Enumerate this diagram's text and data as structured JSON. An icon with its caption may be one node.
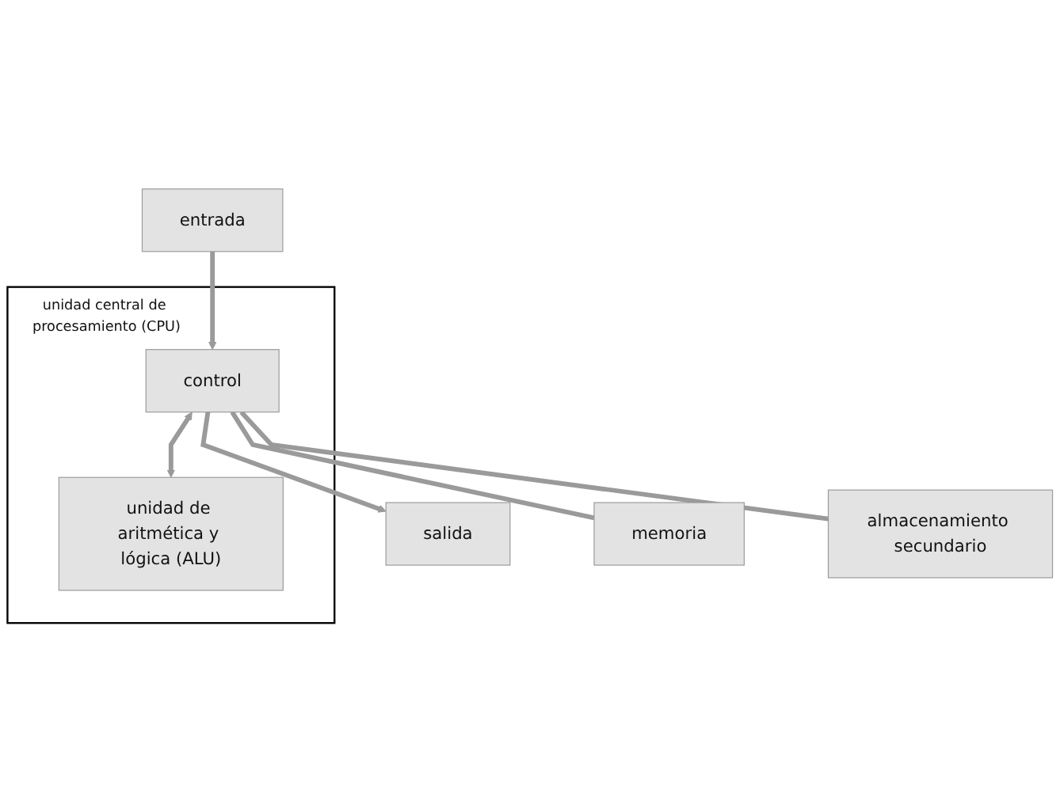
{
  "diagram": {
    "nodes": [
      {
        "text": [
          "unidad central de procesamiento (CPU)"
        ]
      },
      {
        "text": [
          "unidad de aritmética y lógica (ALU)"
        ],
        "in": 0
      },
      {
        "text": [
          "entrada"
        ]
      },
      {
        "text": [
          "control"
        ],
        "in": 0
      },
      {
        "text": [
          "salida"
        ]
      },
      {
        "text": [
          "memoria"
        ]
      },
      {
        "text": [
          "almacenamiento secundario"
        ]
      }
    ],
    "edges": [
      {
        "from": 3,
        "to": 1,
        "arrow": "both"
      },
      {
        "from": 2,
        "to": 3,
        "arrow": "to"
      },
      {
        "from": 3,
        "to": 4,
        "arrow": "to"
      },
      {
        "from": 3,
        "to": 5,
        "arrow": "none"
      },
      {
        "from": 3,
        "to": 6,
        "arrow": "none"
      }
    ]
  }
}
